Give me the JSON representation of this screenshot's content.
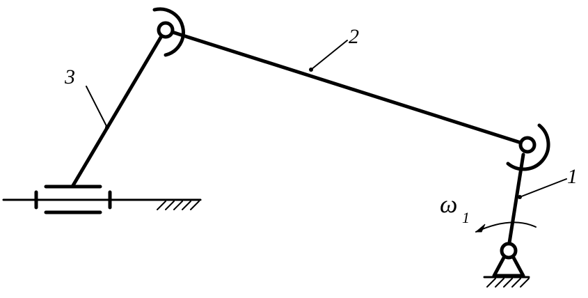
{
  "labels": {
    "link1": "1",
    "link2": "2",
    "link3": "3",
    "omega": "ω",
    "omega_sub": "1"
  },
  "colors": {
    "stroke": "#000000",
    "background": "#ffffff"
  }
}
